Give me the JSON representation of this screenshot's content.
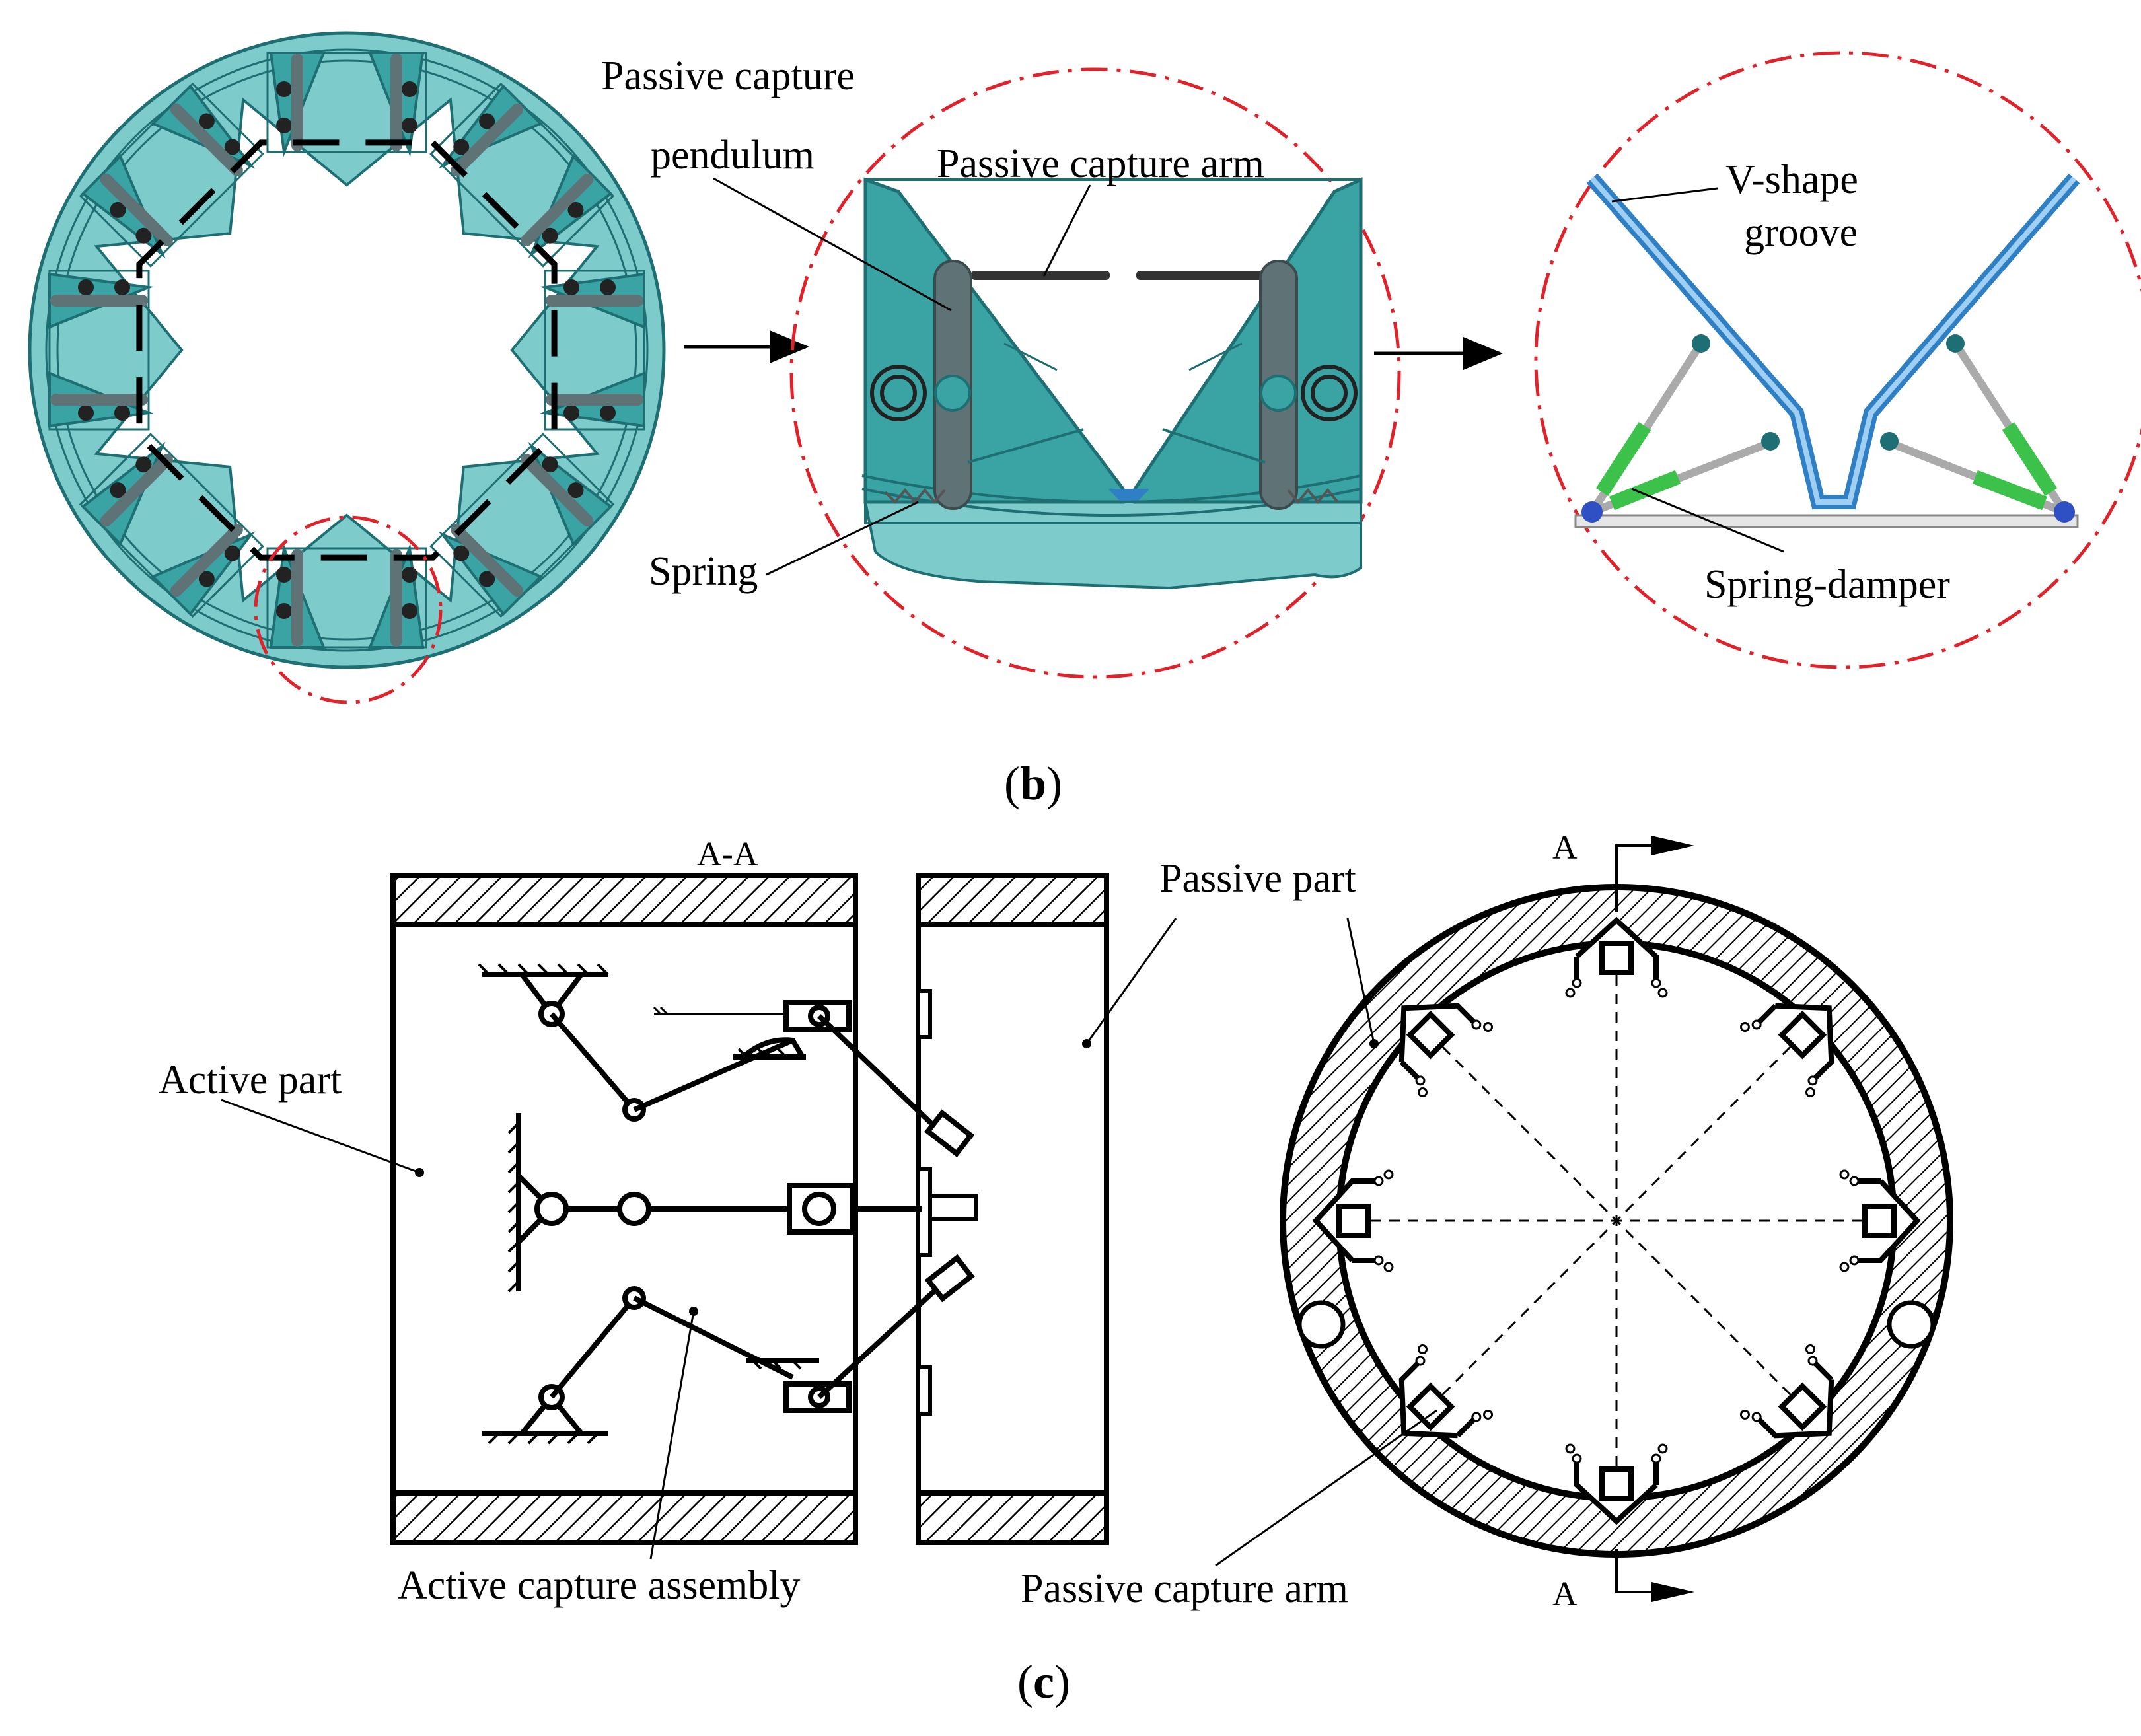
{
  "colors": {
    "teal_light": "#7ecbcb",
    "teal_mid": "#3aa3a3",
    "teal_dark": "#1e6f73",
    "rod_gray": "#5f7275",
    "highlight_red": "#e0232b",
    "groove_blue": "#2f7fc4",
    "spring_green": "#3cc24a",
    "hatch": "#000000"
  },
  "panel_b": {
    "caption_open": "(",
    "caption_letter": "b",
    "caption_close": ")",
    "labels": {
      "passive_capture": "Passive capture",
      "pendulum": "pendulum",
      "passive_capture_arm": "Passive capture arm",
      "spring": "Spring",
      "v_shape": "V-shape",
      "groove": "groove",
      "spring_damper": "Spring-damper"
    }
  },
  "panel_c": {
    "caption_open": "(",
    "caption_letter": "c",
    "caption_close": ")",
    "labels": {
      "section": "A-A",
      "active_part": "Active part",
      "passive_part": "Passive part",
      "active_capture_assembly": "Active capture assembly",
      "passive_capture_arm": "Passive capture arm",
      "section_mark_top": "A",
      "section_mark_bottom": "A"
    }
  }
}
